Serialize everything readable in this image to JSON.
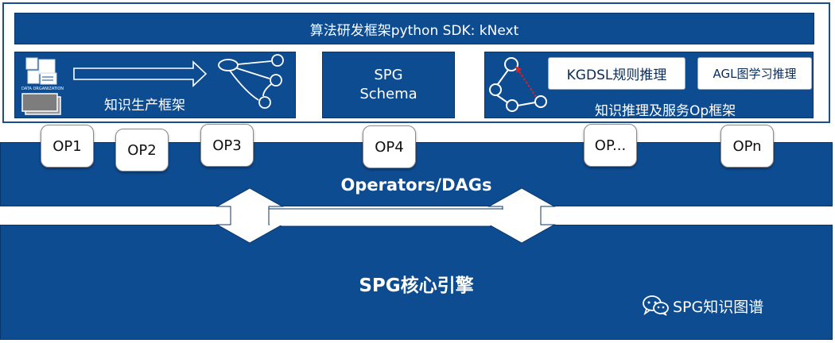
{
  "sdk_bar": {
    "label": "算法研发框架python SDK: kNext"
  },
  "modules": {
    "knowledge_production": {
      "label": "知识生产框架",
      "icon_text": "DATA ORGANIZATION"
    },
    "schema": {
      "line1": "SPG",
      "line2": "Schema"
    },
    "reasoning": {
      "label": "知识推理及服务Op框架",
      "chip_kgdsl": "KGDSL规则推理",
      "chip_agl": "AGL图学习推理"
    }
  },
  "operators": [
    "OP1",
    "OP2",
    "OP3",
    "OP4",
    "OP...",
    "OPn"
  ],
  "band": {
    "label": "Operators/DAGs"
  },
  "core": {
    "label": "SPG核心引擎"
  },
  "watermark": {
    "label": "SPG知识图谱",
    "icon": "wechat-icon"
  },
  "colors": {
    "primary": "#0e4c92",
    "dark": "#08356b",
    "accent_red": "#e02020"
  }
}
